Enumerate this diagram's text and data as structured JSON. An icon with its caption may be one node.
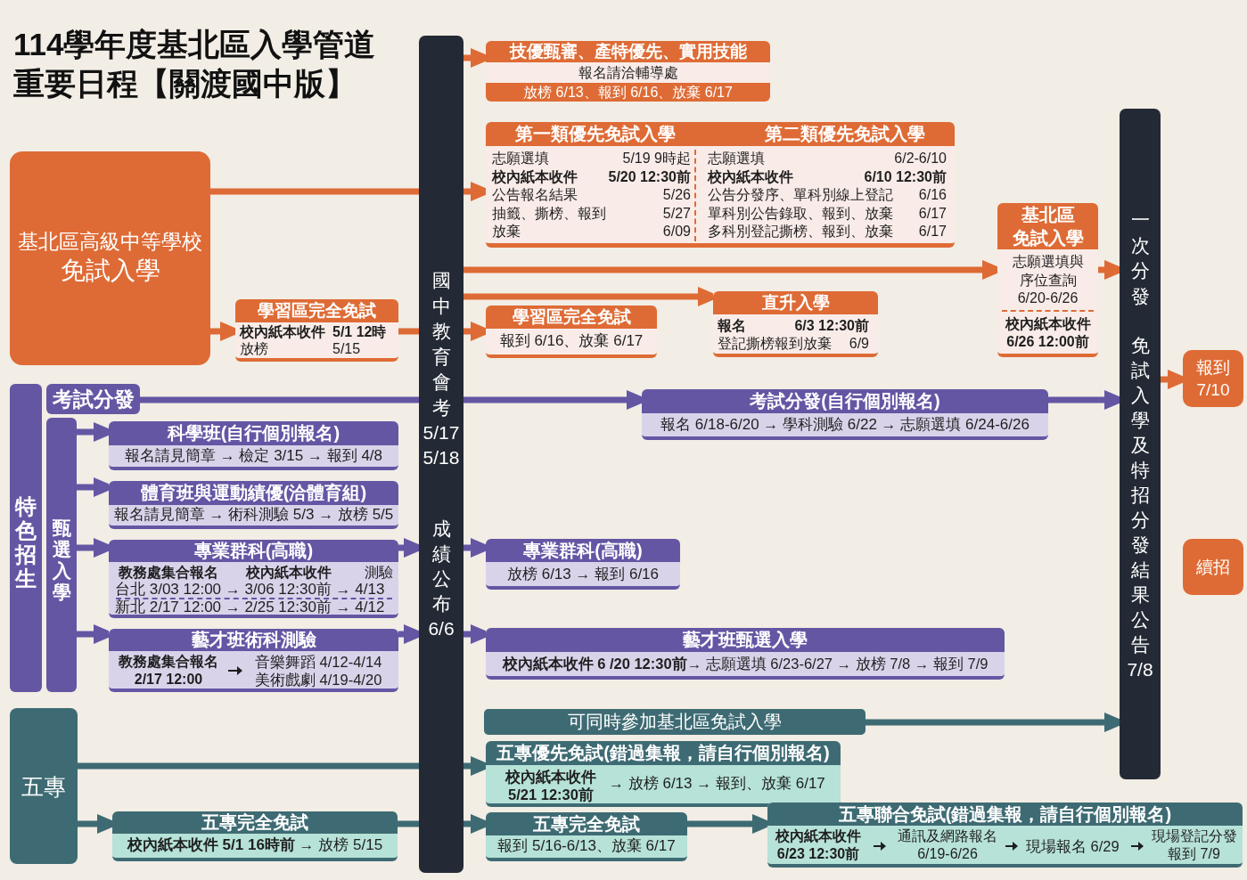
{
  "diagram": {
    "title": "114學年度基北區入學管道重要日程【關渡國中版】",
    "nodes": [
      {
        "text": [
          "基北區高級中等學校",
          "免試入學"
        ]
      },
      {
        "text": [
          "學習區完全免試",
          "校內紙本收件",
          "5/1 12時",
          "放榜",
          "5/15"
        ]
      },
      {
        "text": [
          "國中教育會考",
          "5/17 5/18",
          "成績公布",
          "6/6"
        ]
      },
      {
        "text": [
          "技優甄審、產特優先、實用技能",
          "報名請洽輔導處",
          "放榜 6/13、報到 6/16、放棄 6/17"
        ]
      },
      {
        "text": [
          "第一類優先免試入學",
          "志願選填",
          "5/19 9時起",
          "校內紙本收件",
          "5/20 12:30前",
          "公告報名結果",
          "5/26",
          "抽籤、撕榜、報到",
          "5/27",
          "放棄",
          "6/09"
        ]
      },
      {
        "text": [
          "第二類優先免試入學",
          "志願選填",
          "6/2-6/10",
          "校內紙本收件",
          "6/10 12:30前",
          "公告分發序、單科別線上登記",
          "6/16",
          "單科別公告錄取、報到、放棄",
          "6/17",
          "多科別登記撕榜、報到、放棄",
          "6/17"
        ]
      },
      {
        "text": [
          "學習區完全免試",
          "報到 6/16、放棄 6/17"
        ]
      },
      {
        "text": [
          "直升入學",
          "報名",
          "6/3 12:30前",
          "登記撕榜報到放棄",
          "6/9"
        ]
      },
      {
        "text": [
          "基北區",
          "免試入學",
          "志願選填與序位查詢",
          "6/20-6/26",
          "校內紙本收件",
          "6/26 12:00前"
        ]
      },
      {
        "text": [
          "一次分發",
          "免試入學及特招分發結果公告",
          "7/8"
        ]
      },
      {
        "text": [
          "報到 7/10"
        ]
      },
      {
        "text": [
          "特色招生"
        ]
      },
      {
        "text": [
          "考試分發"
        ]
      },
      {
        "text": [
          "甄選入學"
        ]
      },
      {
        "text": [
          "科學班(自行個別報名)",
          "報名請見簡章 → 檢定 3/15 → 報到 4/8"
        ]
      },
      {
        "text": [
          "體育班與運動績優(洽體育組)",
          "報名請見簡章 → 術科測驗 5/3 → 放榜 5/5"
        ]
      },
      {
        "text": [
          "專業群科(高職)",
          "教務處集合報名",
          "校內紙本收件",
          "測驗",
          "台北 3/03 12:00 → 3/06 12:30前 → 4/13",
          "新北 2/17 12:00 → 2/25 12:30前 → 4/12"
        ]
      },
      {
        "text": [
          "藝才班術科測驗",
          "教務處集合報名 2/17 12:00",
          "音樂舞蹈 4/12-4/14",
          "美術戲劇 4/19-4/20"
        ]
      },
      {
        "text": [
          "考試分發(自行個別報名)",
          "報名 6/18-6/20 → 學科測驗 6/22 → 志願選填 6/24-6/26"
        ]
      },
      {
        "text": [
          "專業群科(高職)",
          "放榜 6/13 → 報到 6/16"
        ]
      },
      {
        "text": [
          "藝才班甄選入學",
          "**校內紙本收件 6 /20 12:30前**→ 志願選填 6/23-6/27 → 放榜 7/8 → 報到 7/9"
        ]
      },
      {
        "text": [
          "續招"
        ]
      },
      {
        "text": [
          "五專"
        ]
      },
      {
        "text": [
          "五專完全免試",
          "**校內紙本收件 5/1 16時前** → 放榜 5/15"
        ]
      },
      {
        "text": [
          "可同時參加基北區免試入學"
        ]
      },
      {
        "text": [
          "五專優先免試(錯過集報，請自行個別報名)",
          "校內紙本收件 5/21 12:30前",
          "→ 放榜 6/13 → 報到、放棄 6/17"
        ]
      },
      {
        "text": [
          "五專完全免試",
          "報到 5/16-6/13、放棄 6/17"
        ]
      },
      {
        "text": [
          "五專聯合免試(錯過集報，請自行個別報名)",
          "校內紙本收件 6/23 12:30前",
          "通訊及網路報名 6/19-6/26",
          "現場報名 6/29",
          "現場登記分發報到 7/9"
        ]
      }
    ],
    "edges": [
      {
        "from": 0,
        "to": 1,
        "arrow": "to",
        "color": "#de6b35"
      },
      {
        "from": 1,
        "to": 2,
        "arrow": "none",
        "color": "#de6b35"
      },
      {
        "from": 0,
        "to": 2,
        "arrow": "none",
        "color": "#de6b35"
      },
      {
        "from": 2,
        "to": 3,
        "arrow": "to",
        "color": "#de6b35"
      },
      {
        "from": 2,
        "to": 4,
        "arrow": "to",
        "color": "#de6b35"
      },
      {
        "from": 2,
        "to": 8,
        "arrow": "to",
        "color": "#de6b35"
      },
      {
        "from": 2,
        "to": 7,
        "arrow": "to",
        "color": "#de6b35"
      },
      {
        "from": 2,
        "to": 6,
        "arrow": "to",
        "color": "#de6b35"
      },
      {
        "from": 8,
        "to": 9,
        "arrow": "to",
        "color": "#de6b35"
      },
      {
        "from": 9,
        "to": 10,
        "arrow": "to",
        "color": "#de6b35"
      },
      {
        "from": 12,
        "to": 2,
        "arrow": "none"
      },
      {
        "from": 2,
        "to": 18,
        "arrow": "to"
      },
      {
        "from": 18,
        "to": 9,
        "arrow": "to"
      },
      {
        "from": 13,
        "to": 14,
        "arrow": "to"
      },
      {
        "from": 13,
        "to": 15,
        "arrow": "to"
      },
      {
        "from": 13,
        "to": 16,
        "arrow": "to"
      },
      {
        "from": 13,
        "to": 17,
        "arrow": "to"
      },
      {
        "from": 16,
        "to": 2,
        "arrow": "to"
      },
      {
        "from": 2,
        "to": 19,
        "arrow": "to"
      },
      {
        "from": 17,
        "to": 2,
        "arrow": "to"
      },
      {
        "from": 2,
        "to": 20,
        "arrow": "to"
      },
      {
        "from": 22,
        "to": 2,
        "arrow": "none",
        "color": "#3e6b73"
      },
      {
        "from": 2,
        "to": 25,
        "arrow": "to",
        "color": "#3e6b73"
      },
      {
        "from": 22,
        "to": 23,
        "arrow": "to",
        "color": "#3e6b73"
      },
      {
        "from": 23,
        "to": 2,
        "arrow": "none",
        "color": "#3e6b73"
      },
      {
        "from": 2,
        "to": 26,
        "arrow": "to",
        "color": "#3e6b73"
      },
      {
        "from": 26,
        "to": 27,
        "arrow": "to",
        "color": "#3e6b73"
      },
      {
        "from": 24,
        "to": 9,
        "arrow": "to",
        "color": "#3e6b73"
      }
    ]
  }
}
